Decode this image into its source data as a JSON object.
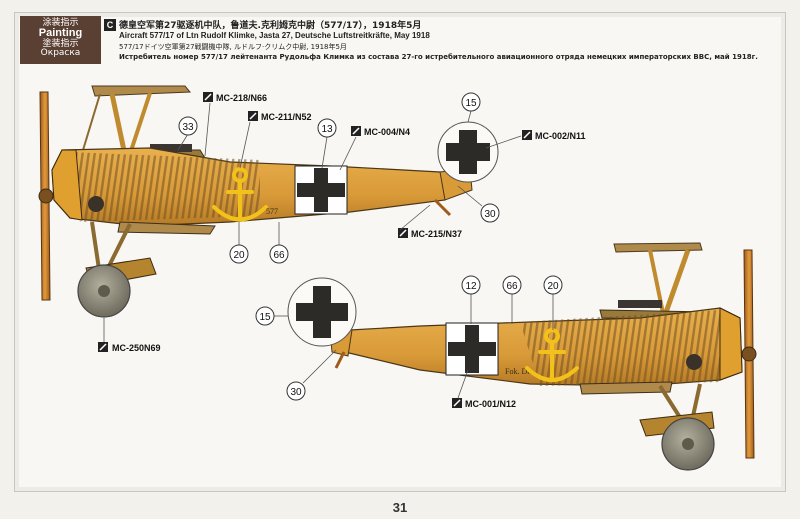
{
  "tab": {
    "line_cn": "涂装指示",
    "line_en": "Painting",
    "line_jp": "塗装指示",
    "line_ru": "Окраска"
  },
  "header": {
    "letter": "C",
    "title_cn": "德皇空军第27驱逐机中队，鲁道夫.克利姆克中尉（577/17），1918年5月",
    "title_en": "Aircraft 577/17 of Ltn Rudolf Klimke, Jasta 27, Deutsche Luftstreitkräfte, May 1918",
    "title_jp": "577/17ドイツ空軍第27戦闘機中隊, ルドルフ·クリムク中尉, 1918年5月",
    "title_ru": "Истребитель номер 577/17 лейтенанта Рудольфа Климка из состава 27-го истребительного авиационного отряда немецких императорских ВВС, май 1918г."
  },
  "paint_codes": {
    "top": [
      "MC-218/N66",
      "MC-211/N52",
      "MC-004/N4",
      "MC-002/N11",
      "MC-215/N37",
      "MC-250N69"
    ],
    "bottom": [
      "MC-001/N12"
    ]
  },
  "callouts": {
    "top": [
      "33",
      "13",
      "15",
      "30",
      "20",
      "66"
    ],
    "bottom": [
      "12",
      "66",
      "20",
      "15",
      "30"
    ]
  },
  "markings": {
    "serial_top": "577",
    "serial_bottom": "Fok. Dr."
  },
  "colors": {
    "tab_bg": "#5a3f33",
    "fuselage_tan": "#d99a38",
    "streak_brown": "#7a5a22",
    "cross_black": "#2c2b28",
    "anchor_yellow": "#f2c21a",
    "wheel_gray": "#8b8878"
  },
  "page": {
    "number": "31"
  }
}
